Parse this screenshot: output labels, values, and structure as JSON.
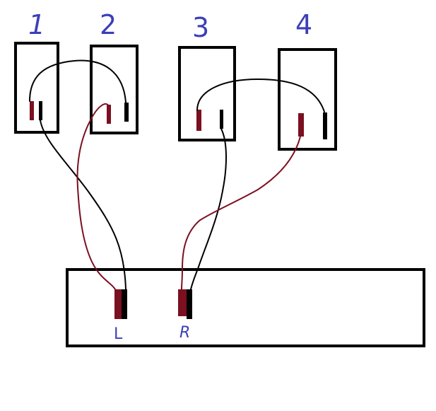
{
  "speakers": [
    {
      "label": "1"
    },
    {
      "label": "2"
    },
    {
      "label": "3"
    },
    {
      "label": "4"
    }
  ],
  "amplifier": {
    "left_label": "L",
    "right_label": "R"
  },
  "colors": {
    "positive": "#7b1020",
    "negative": "#000000",
    "label": "#3c3fb8"
  }
}
